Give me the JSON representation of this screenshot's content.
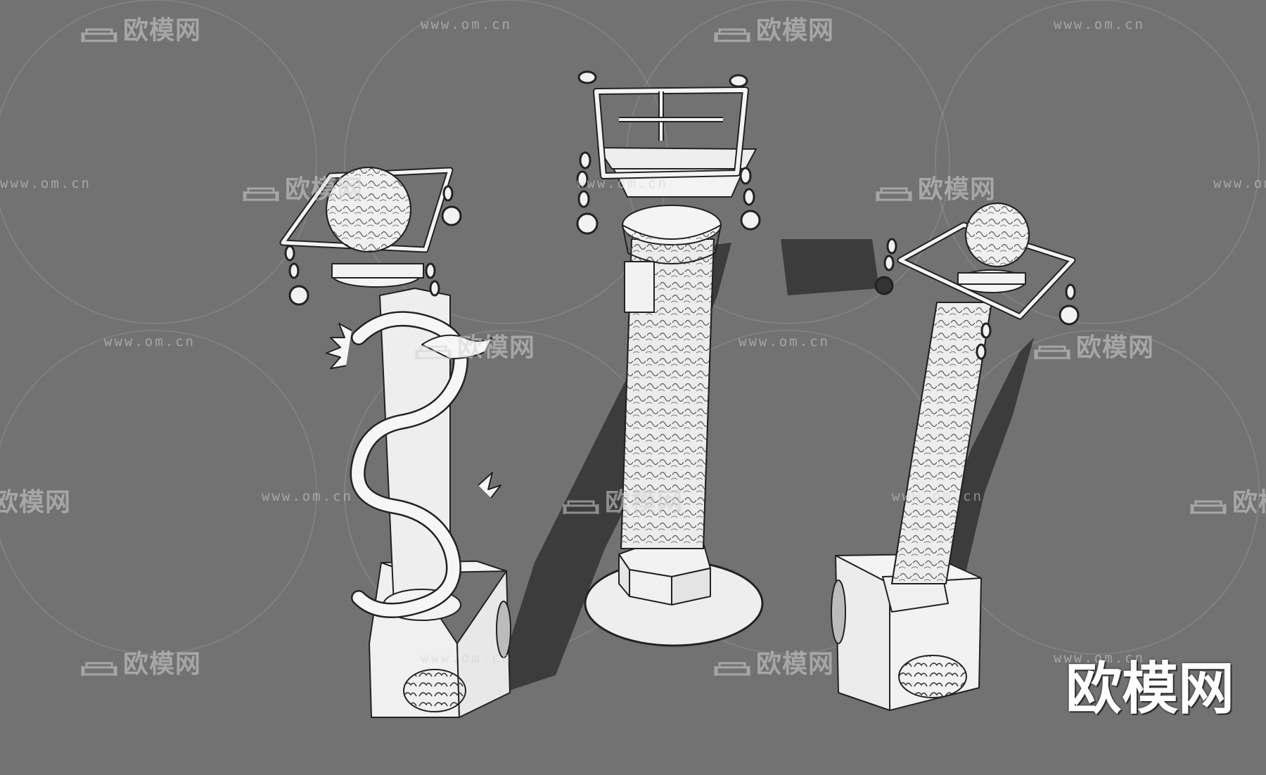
{
  "scene": {
    "background_color": "#727272",
    "model_color": "#f2f2f2",
    "line_color": "#222222",
    "shadow_color": "#3a3a3a"
  },
  "watermark": {
    "logo_text": "欧模网",
    "url_text": "www.om.cn",
    "icon": "sofa-icon"
  },
  "brand": {
    "text": "欧模网"
  }
}
